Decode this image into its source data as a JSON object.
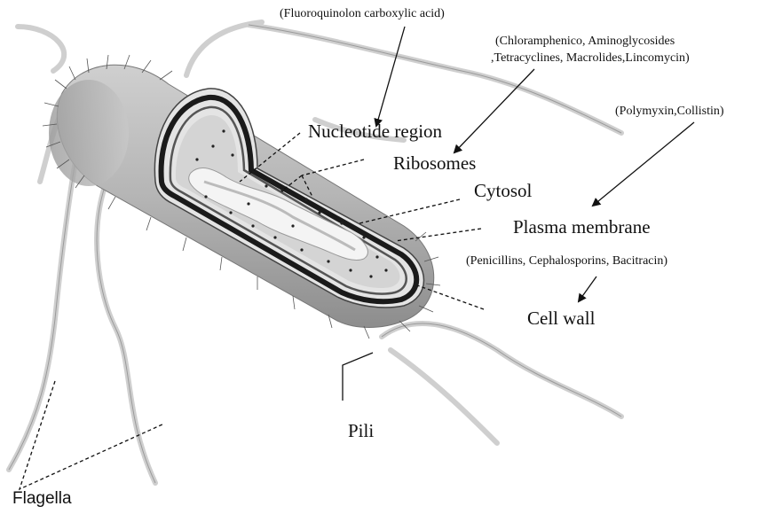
{
  "labels": {
    "fluoroquinolon": "(Fluoroquinolon carboxylic acid)",
    "chloramphenico_line1": "(Chloramphenico, Aminoglycosides",
    "chloramphenico_line2": ",Tetracyclines, Macrolides,Lincomycin)",
    "polymyxin": "(Polymyxin,Collistin)",
    "penicillins": "(Penicillins, Cephalosporins, Bacitracin)",
    "nucleotide_region": "Nucleotide region",
    "ribosomes": "Ribosomes",
    "cytosol": "Cytosol",
    "plasma_membrane": "Plasma membrane",
    "cell_wall": "Cell wall",
    "pili": "Pili",
    "flagella": "Flagella"
  },
  "colors": {
    "line": "#111111",
    "cell_body": "#bdbdbd",
    "cell_shadow": "#8a8a8a",
    "membrane_dark": "#1a1a1a",
    "cytosol": "#d6d6d6",
    "nucleoid": "#f2f2f2",
    "flagella": "#c9c9c9"
  }
}
